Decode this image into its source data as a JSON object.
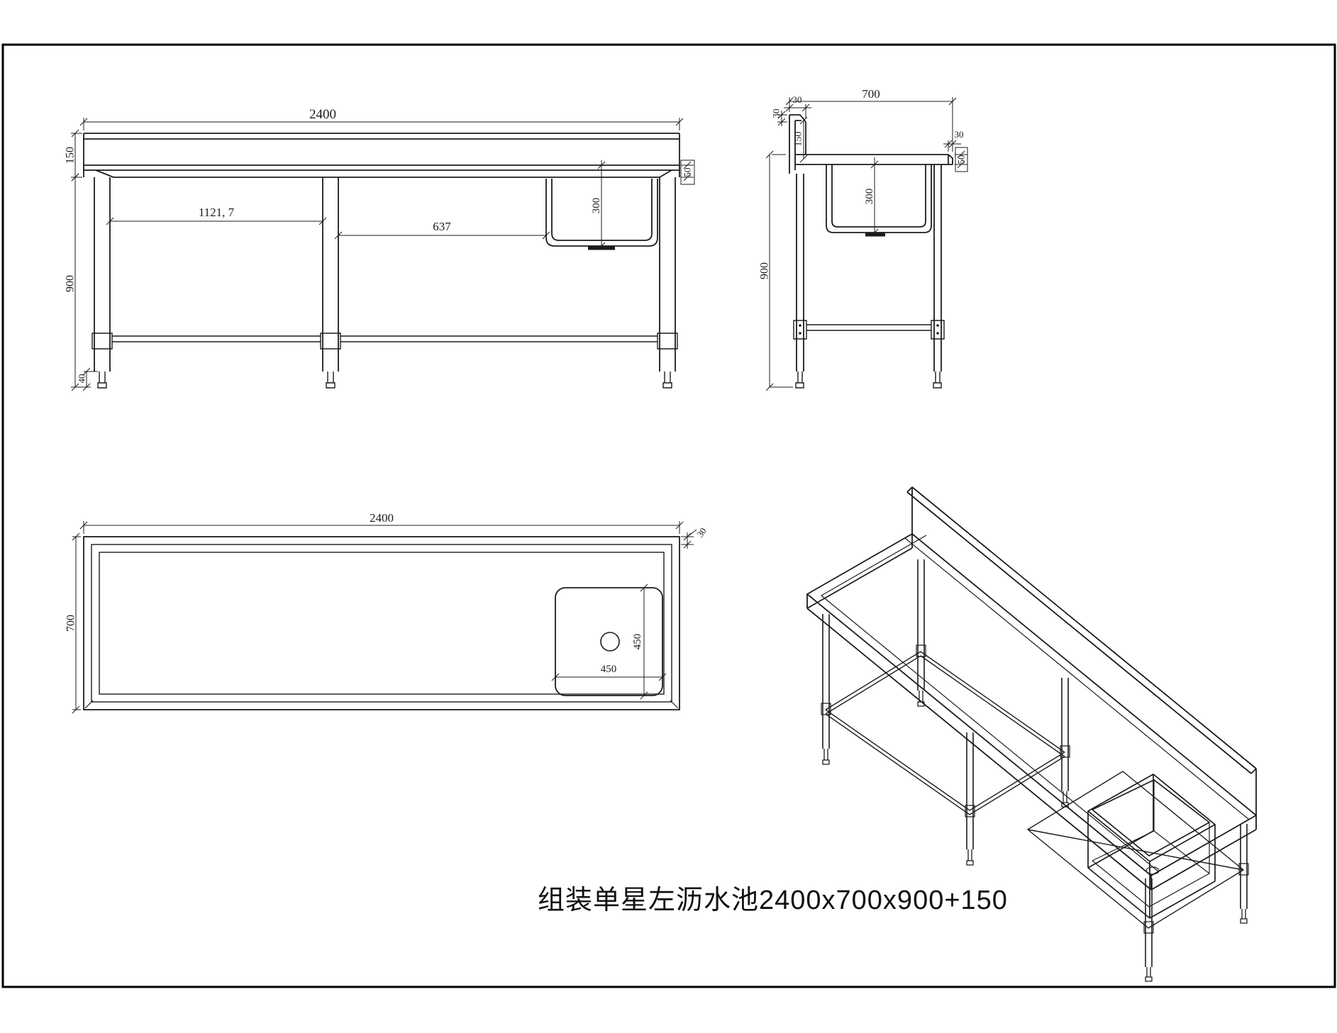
{
  "caption": "组装单星左沥水池2400x700x900+150",
  "front_view": {
    "dim_width": "2400",
    "dim_backsplash_height": "150",
    "dim_height": "900",
    "dim_foot": "40",
    "dim_left_span": "1121, 7",
    "dim_mid_span": "637",
    "dim_sink_depth": "300",
    "dim_edge_height": "50"
  },
  "side_view": {
    "dim_depth": "700",
    "dim_top_bend": "30",
    "dim_rear_bend": "30",
    "dim_backsplash_height": "150",
    "dim_sink_depth": "300",
    "dim_height": "900",
    "dim_front_bend": "30",
    "dim_edge_height": "50"
  },
  "plan_view": {
    "dim_width": "2400",
    "dim_edge": "30",
    "dim_depth": "700",
    "dim_sink_width": "450",
    "dim_sink_length": "450"
  }
}
